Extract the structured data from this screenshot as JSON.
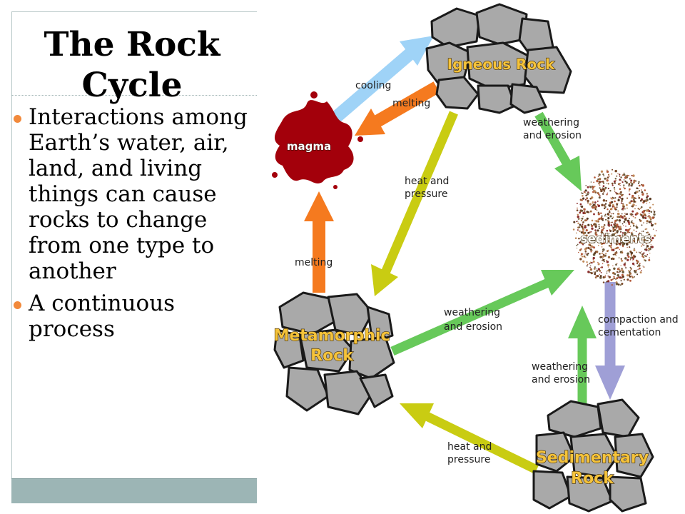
{
  "slide": {
    "title": "The Rock Cycle",
    "bullets": [
      "Interactions among Earth’s water, air, land, and living things can cause rocks to change from one type to another",
      "A continuous process"
    ]
  },
  "diagram": {
    "nodes": {
      "igneous": "Igneous Rock",
      "magma": "magma",
      "sediments": "sediments",
      "metamorphic_line1": "Metamorphic",
      "metamorphic_line2": "Rock",
      "sedimentary_line1": "Sedimentary",
      "sedimentary_line2": "Rock"
    },
    "arrow_labels": {
      "cooling": "cooling",
      "melting_top": "melting",
      "melting_left": "melting",
      "heat_pressure_mid_1": "heat and",
      "heat_pressure_mid_2": "pressure",
      "weathering_top_1": "weathering",
      "weathering_top_2": "and erosion",
      "weathering_mid_1": "weathering",
      "weathering_mid_2": "and erosion",
      "weathering_bottom_1": "weathering",
      "weathering_bottom_2": "and erosion",
      "compaction_1": "compaction and",
      "compaction_2": "cementation",
      "heat_pressure_bottom_1": "heat and",
      "heat_pressure_bottom_2": "pressure"
    },
    "colors": {
      "cooling": "#9fd3f7",
      "melting": "#f57a1f",
      "heat_pressure": "#c9cc12",
      "weathering": "#67c95a",
      "compaction": "#9f9fd6",
      "magma": "#a3000b",
      "rock": "#a9a9a9",
      "rock_label": "#f5c33b"
    }
  }
}
